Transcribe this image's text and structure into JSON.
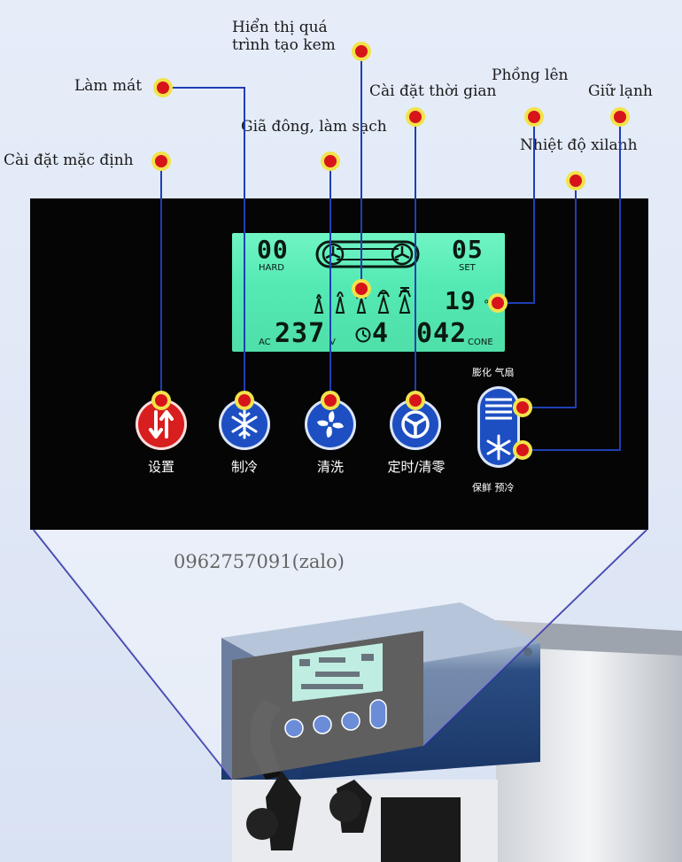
{
  "callouts": {
    "hien_thi": "Hiển thị quá\ntrình tạo kem",
    "lam_mat": "Làm mát",
    "cai_dat_thoi_gian": "Cài đặt thời gian",
    "phong_len": "Phồng lên",
    "giu_lanh": "Giữ lạnh",
    "gia_dong": "Giã đông, làm sạch",
    "nhiet_do": "Nhiệt độ xilanh",
    "mac_dinh": "Cài đặt mặc định"
  },
  "lcd": {
    "hardness_value": "00",
    "hardness_label": "HARD",
    "set_value": "05",
    "set_label": "SET",
    "temperature": "19",
    "temperature_unit": "℃",
    "ac_label": "AC",
    "voltage": "237",
    "voltage_unit": "V",
    "timer": "4",
    "cone_count": "042",
    "cone_label": "CONE"
  },
  "buttons": {
    "settings": "设置",
    "cooling": "制冷",
    "cleaning": "清洗",
    "timer_reset": "定时/清零"
  },
  "side_switch": {
    "top_label": "膨化 气扇",
    "bottom_label": "保鲜 预冷"
  },
  "contact": {
    "phone": "0962757091(zalo)"
  },
  "colors": {
    "callout_dot": "#d8141b",
    "callout_ring": "#f2e34a",
    "leader_line": "#1f3fb3",
    "lcd_green": "#5ce9b5",
    "button_red": "#d81e1e",
    "button_blue": "#1d4fc2",
    "panel_black": "#050505"
  }
}
